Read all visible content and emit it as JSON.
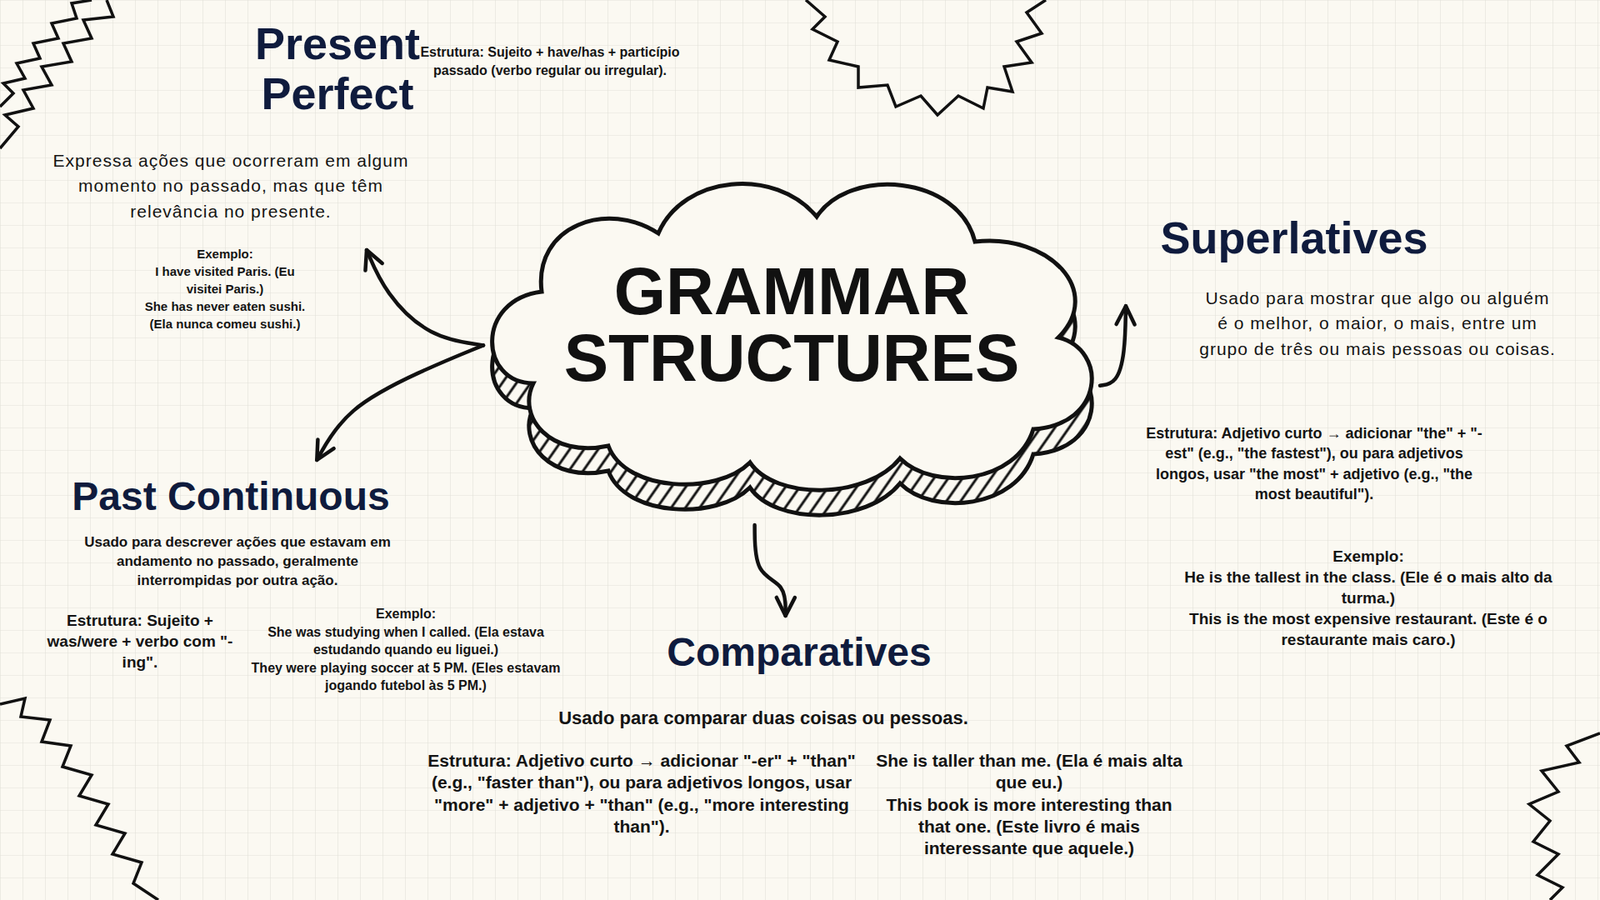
{
  "diagram": {
    "nodes": [
      {
        "text": [
          "GRAMMAR STRUCTURES"
        ]
      },
      {
        "text": [
          "Present Perfect",
          "Estrutura: Sujeito + have/has + particípio passado (verbo regular ou irregular).",
          "Expressa ações que ocorreram em algum momento no passado, mas que têm relevância no presente.",
          "Exemplo:",
          "I have visited Paris. (Eu visitei Paris.)",
          "She has never eaten sushi. (Ela nunca comeu sushi.)"
        ]
      },
      {
        "text": [
          "Past Continuous",
          "Usado para descrever ações que estavam em andamento no passado, geralmente interrompidas por outra ação.",
          "Estrutura: Sujeito + was/were + verbo com \"-ing\".",
          "Exemplo:",
          "She was studying when I called. (Ela estava estudando quando eu liguei.)",
          "They were playing soccer at 5 PM. (Eles estavam jogando futebol às 5 PM.)"
        ]
      },
      {
        "text": [
          "Comparatives",
          "Usado para comparar duas coisas ou pessoas.",
          "Estrutura: Adjetivo curto → adicionar \"-er\" + \"than\" (e.g., \"faster than\"), ou para adjetivos longos, usar \"more\" + adjetivo + \"than\" (e.g., \"more interesting than\").",
          "She is taller than me. (Ela é mais alta que eu.)",
          "This book is more interesting than that one. (Este livro é mais interessante que aquele.)"
        ]
      },
      {
        "text": [
          "Superlatives",
          "Usado para mostrar que algo ou alguém é o melhor, o maior, o mais, entre um grupo de três ou mais pessoas ou coisas.",
          "Estrutura: Adjetivo curto → adicionar \"the\" + \"-est\" (e.g., \"the fastest\"), ou para adjetivos longos, usar \"the most\" + adjetivo (e.g., \"the most beautiful\").",
          "Exemplo:",
          "He is the tallest in the class. (Ele é o mais alto da turma.)",
          "This is the most expensive restaurant. (Este é o restaurante mais caro.)"
        ]
      }
    ],
    "edges": [
      {
        "from": 0,
        "to": 1,
        "arrow": "to"
      },
      {
        "from": 0,
        "to": 2,
        "arrow": "to"
      },
      {
        "from": 0,
        "to": 3,
        "arrow": "to"
      },
      {
        "from": 0,
        "to": 4,
        "arrow": "to"
      }
    ]
  }
}
